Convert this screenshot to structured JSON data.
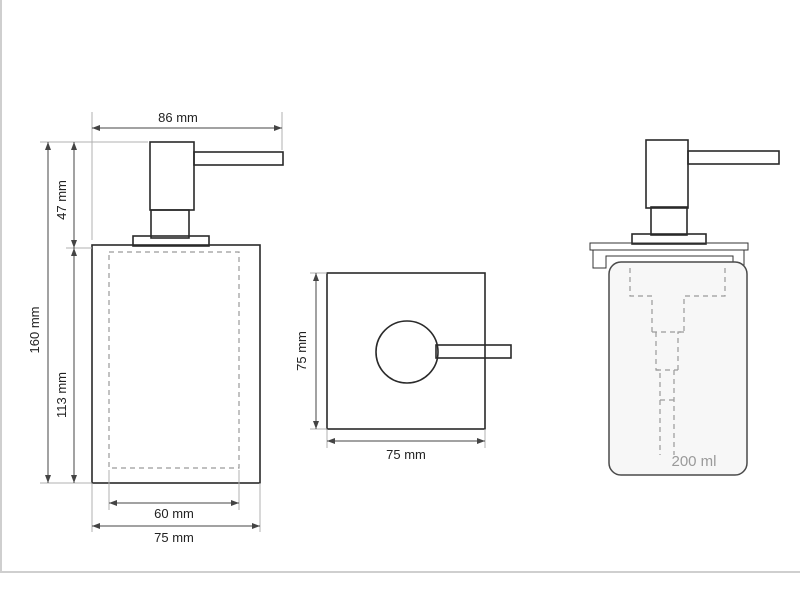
{
  "dimensions": {
    "width_top": "86 mm",
    "height_total": "160 mm",
    "height_head": "47 mm",
    "height_body": "113 mm",
    "inner_width": "60 mm",
    "outer_width": "75 mm",
    "top_view_height": "75 mm",
    "top_view_width": "75 mm"
  },
  "capacity": "200 ml"
}
